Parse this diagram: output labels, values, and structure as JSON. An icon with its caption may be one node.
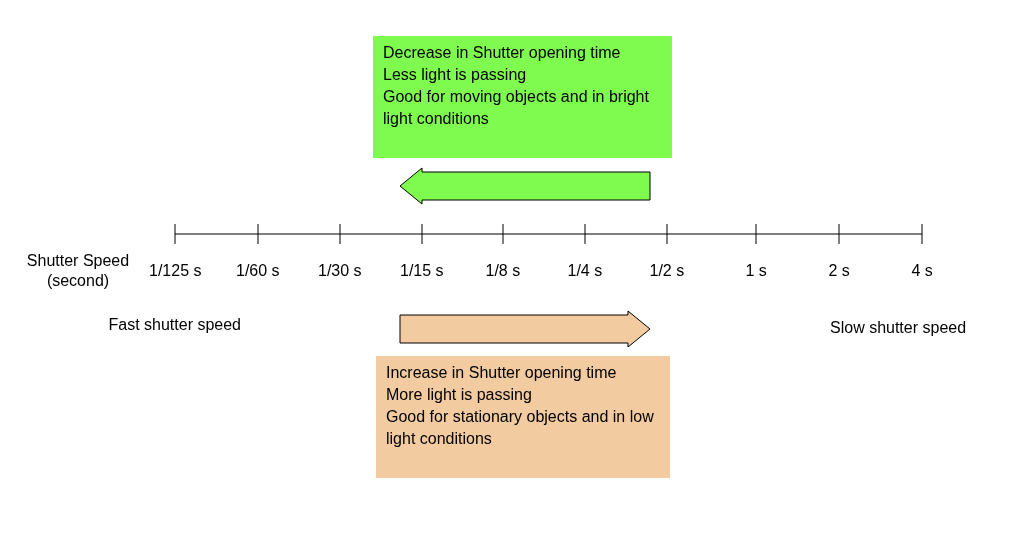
{
  "diagram": {
    "nodes": [
      {
        "text": [
          "Decrease in Shutter opening time",
          "Less light is passing",
          "Good for moving objects and in bright light conditions"
        ]
      },
      {
        "text": [
          "Increase in Shutter opening time",
          "More light is passing",
          "Good for stationary objects and in low light conditions"
        ]
      }
    ],
    "edges": [],
    "labels": [
      "Shutter Speed (second)",
      "1/125 s",
      "1/60 s",
      "1/30 s",
      "1/15 s",
      "1/8 s",
      "1/4 s",
      "1/2 s",
      "1 s",
      "2 s",
      "4 s",
      "Fast shutter speed",
      "Slow shutter speed"
    ]
  }
}
